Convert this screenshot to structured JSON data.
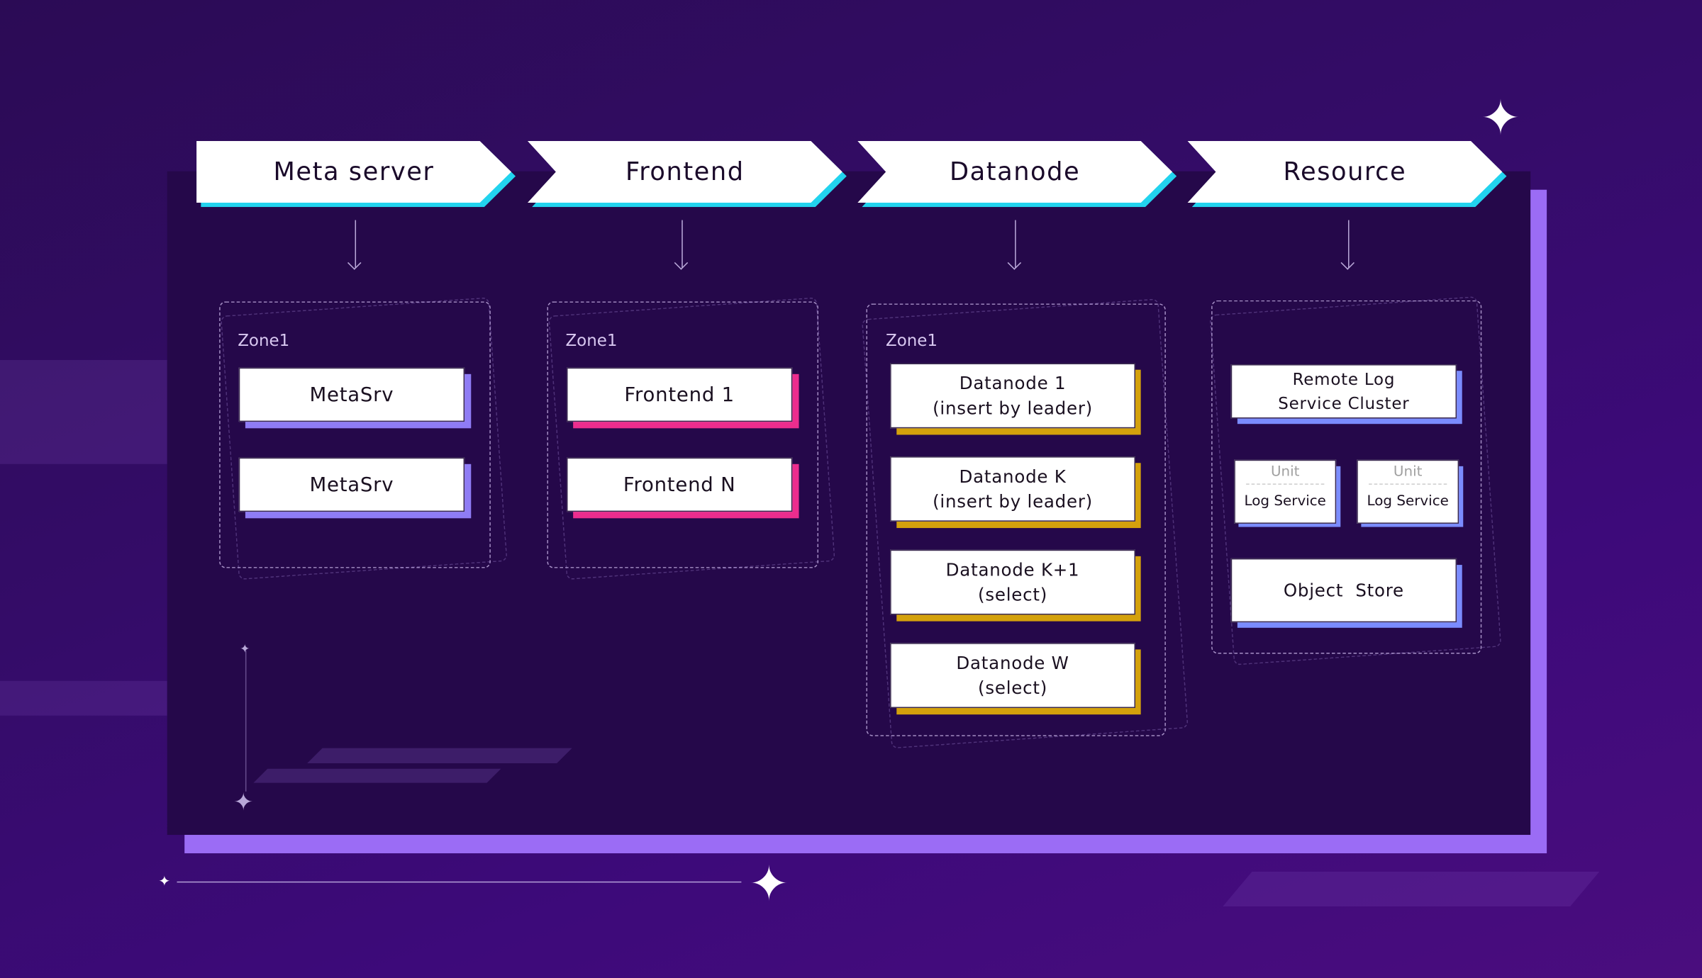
{
  "headers": [
    "Meta server",
    "Frontend",
    "Datanode",
    "Resource"
  ],
  "zone_label": "Zone1",
  "meta": {
    "nodes": [
      "MetaSrv",
      "MetaSrv"
    ]
  },
  "frontend": {
    "nodes": [
      "Frontend 1",
      "Frontend N"
    ]
  },
  "datanode": {
    "nodes": [
      {
        "name": "Datanode 1",
        "role": "(insert by leader)"
      },
      {
        "name": "Datanode K",
        "role": "(insert by leader)"
      },
      {
        "name": "Datanode K+1",
        "role": "(select)"
      },
      {
        "name": "Datanode W",
        "role": "(select)"
      }
    ]
  },
  "resource": {
    "cluster_line1": "Remote Log",
    "cluster_line2": "Service Cluster",
    "units": [
      {
        "unit": "Unit",
        "service": "Log Service"
      },
      {
        "unit": "Unit",
        "service": "Log Service"
      }
    ],
    "object_store": "Object  Store"
  },
  "colors": {
    "panel": "#25084a",
    "panel_shadow": "#9b6cf5",
    "header_accent": "#22d3ee",
    "meta_accent": "#8f7cf5",
    "frontend_accent": "#ec2d8e",
    "datanode_accent": "#d4a10c",
    "resource_accent": "#7b8cff"
  }
}
